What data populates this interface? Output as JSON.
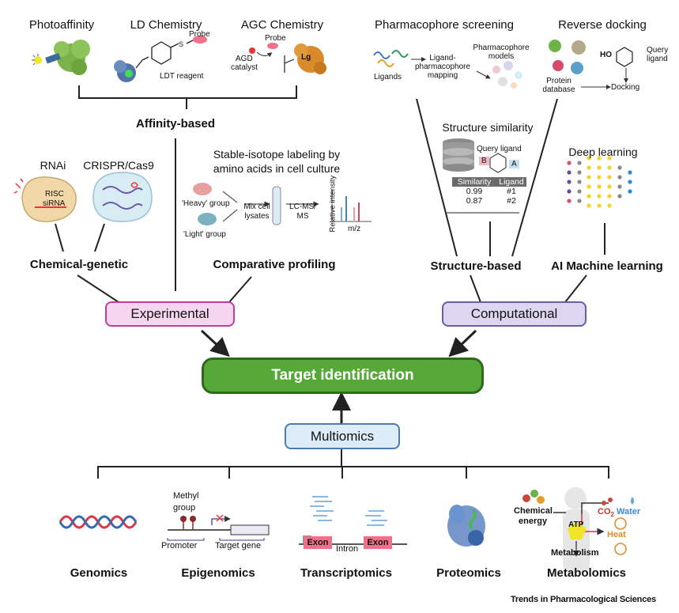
{
  "top_left": {
    "photoaffinity": "Photoaffinity",
    "ld_chemistry": "LD Chemistry",
    "agc_chemistry": "AGC Chemistry",
    "probe_1": "Probe",
    "probe_2": "Probe",
    "ldt_reagent": "LDT reagent",
    "agd_catalyst_1": "AGD",
    "agd_catalyst_2": "catalyst",
    "lg": "Lg",
    "affinity_based": "Affinity-based"
  },
  "top_right": {
    "pharmacophore_screening": "Pharmacophore screening",
    "reverse_docking": "Reverse docking",
    "ligands": "Ligands",
    "ligand_mapping_1": "Ligand-",
    "ligand_mapping_2": "pharmacophore",
    "ligand_mapping_3": "mapping",
    "pharma_models_1": "Pharmacophore",
    "pharma_models_2": "models",
    "protein_db_1": "Protein",
    "protein_db_2": "database",
    "docking": "Docking",
    "query_ligand_1": "Query",
    "query_ligand_2": "ligand",
    "ho": "HO"
  },
  "structure_similarity": {
    "title": "Structure similarity",
    "query_ligand": "Query ligand",
    "b": "B",
    "a": "A",
    "table": {
      "headers": [
        "Similarity",
        "Ligand"
      ],
      "rows": [
        [
          "0.99",
          "#1"
        ],
        [
          "0.87",
          "#2"
        ]
      ]
    }
  },
  "deep_learning": "Deep learning",
  "chemical_genetic": {
    "rnai": "RNAi",
    "crispr": "CRISPR/Cas9",
    "risc": "RISC",
    "sirna": "siRNA",
    "label": "Chemical-genetic"
  },
  "silac": {
    "title_1": "Stable-isotope labeling by",
    "title_2": "amino acids in cell culture",
    "heavy": "'Heavy' group",
    "light": "'Light' group",
    "mix_1": "Mix cell",
    "mix_2": "lysates",
    "lcms_1": "LC-MS/",
    "lcms_2": "MS",
    "rel_int": "Relative intensity",
    "mz": "m/z",
    "label": "Comparative profiling"
  },
  "structure_based": "Structure-based",
  "ai_ml": "AI Machine learning",
  "experimental": "Experimental",
  "computational": "Computational",
  "target_identification": "Target identification",
  "multiomics": "Multiomics",
  "omics": {
    "genomics": "Genomics",
    "epigenomics": "Epigenomics",
    "transcriptomics": "Transcriptomics",
    "proteomics": "Proteomics",
    "metabolomics": "Metabolomics",
    "methyl_1": "Methyl",
    "methyl_2": "group",
    "promoter": "Promoter",
    "target_gene": "Target gene",
    "exon_1": "Exon",
    "exon_2": "Exon",
    "intron": "Intron",
    "chemical_energy_1": "Chemical",
    "chemical_energy_2": "energy",
    "atp": "ATP",
    "co2": "CO",
    "co2_sub": "2",
    "water": "Water",
    "heat": "Heat",
    "metabolism": "Metabolism"
  },
  "credit": "Trends in Pharmacological Sciences",
  "colors": {
    "experimental_fill": "#f6d6ee",
    "experimental_border": "#c13e9c",
    "computational_fill": "#dcd6f1",
    "computational_border": "#6b5ca7",
    "target_fill": "#56a838",
    "multiomics_fill": "#dcecf8",
    "multiomics_border": "#4d7cb2"
  }
}
